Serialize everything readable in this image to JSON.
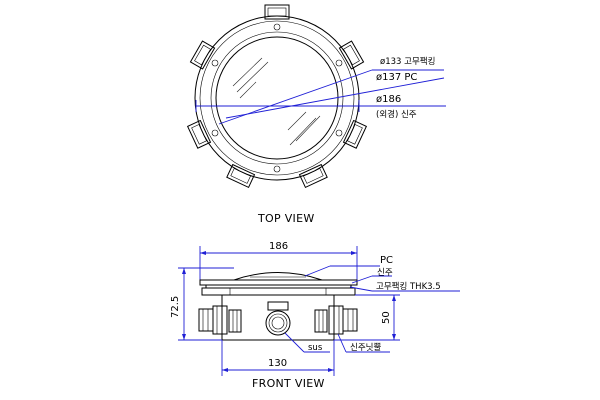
{
  "colors": {
    "dimension": "#1f1fd6",
    "outline": "#000000",
    "background": "#ffffff"
  },
  "top_view": {
    "title": "TOP VIEW",
    "callouts": {
      "rubber_packing": "ø133 고무팩킹",
      "pc": "ø137 PC",
      "outer_dia": "ø186",
      "outer_dia_note": "(외경) 신주"
    }
  },
  "front_view": {
    "title": "FRONT VIEW",
    "dims": {
      "overall_width": "186",
      "total_height": "72.5",
      "body_height": "50",
      "base_width": "130"
    },
    "callouts": {
      "pc": "PC",
      "brass": "신주",
      "rubber_packing": "고무팩킹 THK3.5",
      "sus": "sus",
      "brass_nipple": "신주닛뿔"
    }
  }
}
